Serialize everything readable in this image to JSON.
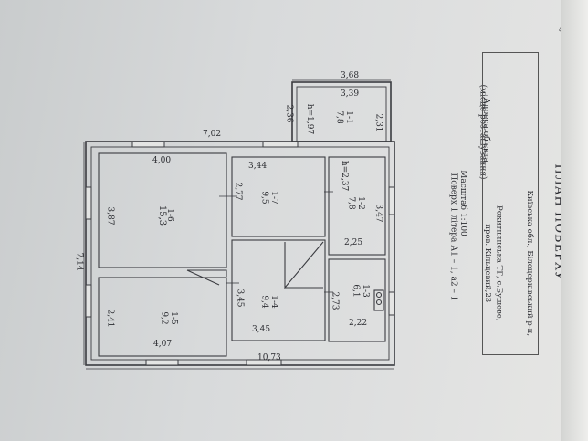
{
  "page_number": "4",
  "header": {
    "title": "ПЛАН ПОВЕРХУ",
    "address_label": "Адреса об'єкта",
    "address_hint": "(місце розташування)",
    "address_line1": "Київська обл., Білоцерківський р-н,",
    "address_line2": "Рокитнянська ТГ, с.Бушеве,",
    "address_line3": "пров. Кільцевий,23",
    "scale": "Масштаб 1:100",
    "floor": "Поверх 1   літера А1 – 1, а2 – 1"
  },
  "rooms": [
    {
      "id": "1-1",
      "area": "7,8"
    },
    {
      "id": "1-2",
      "area": "7,8"
    },
    {
      "id": "1-3",
      "area": "6,1"
    },
    {
      "id": "1-4",
      "area": "9,4"
    },
    {
      "id": "1-5",
      "area": "9,2"
    },
    {
      "id": "1-6",
      "area": "15,3"
    },
    {
      "id": "1-7",
      "area": "9,5"
    }
  ],
  "dimensions": {
    "porch_outer_width": "3,68",
    "porch_inner_width": "3,39",
    "porch_outer_height": "2,36",
    "porch_inner_height": "2,31",
    "porch_ceiling": "h=1,97",
    "top_total": "7,02",
    "bottom_total": "10,73",
    "left_total": "7,14",
    "r16_width": "4,00",
    "r16_height": "3,87",
    "r15_height": "2,41",
    "r15_width": "4,07",
    "r17_width": "3,44",
    "r17_height": "2,77",
    "r14_height": "3,45",
    "r14_width": "3,45",
    "r12_ceiling": "h=2,37",
    "r12_height": "3,47",
    "r12_width": "2,25",
    "r13_height": "2,73",
    "r13_width": "2,22"
  }
}
